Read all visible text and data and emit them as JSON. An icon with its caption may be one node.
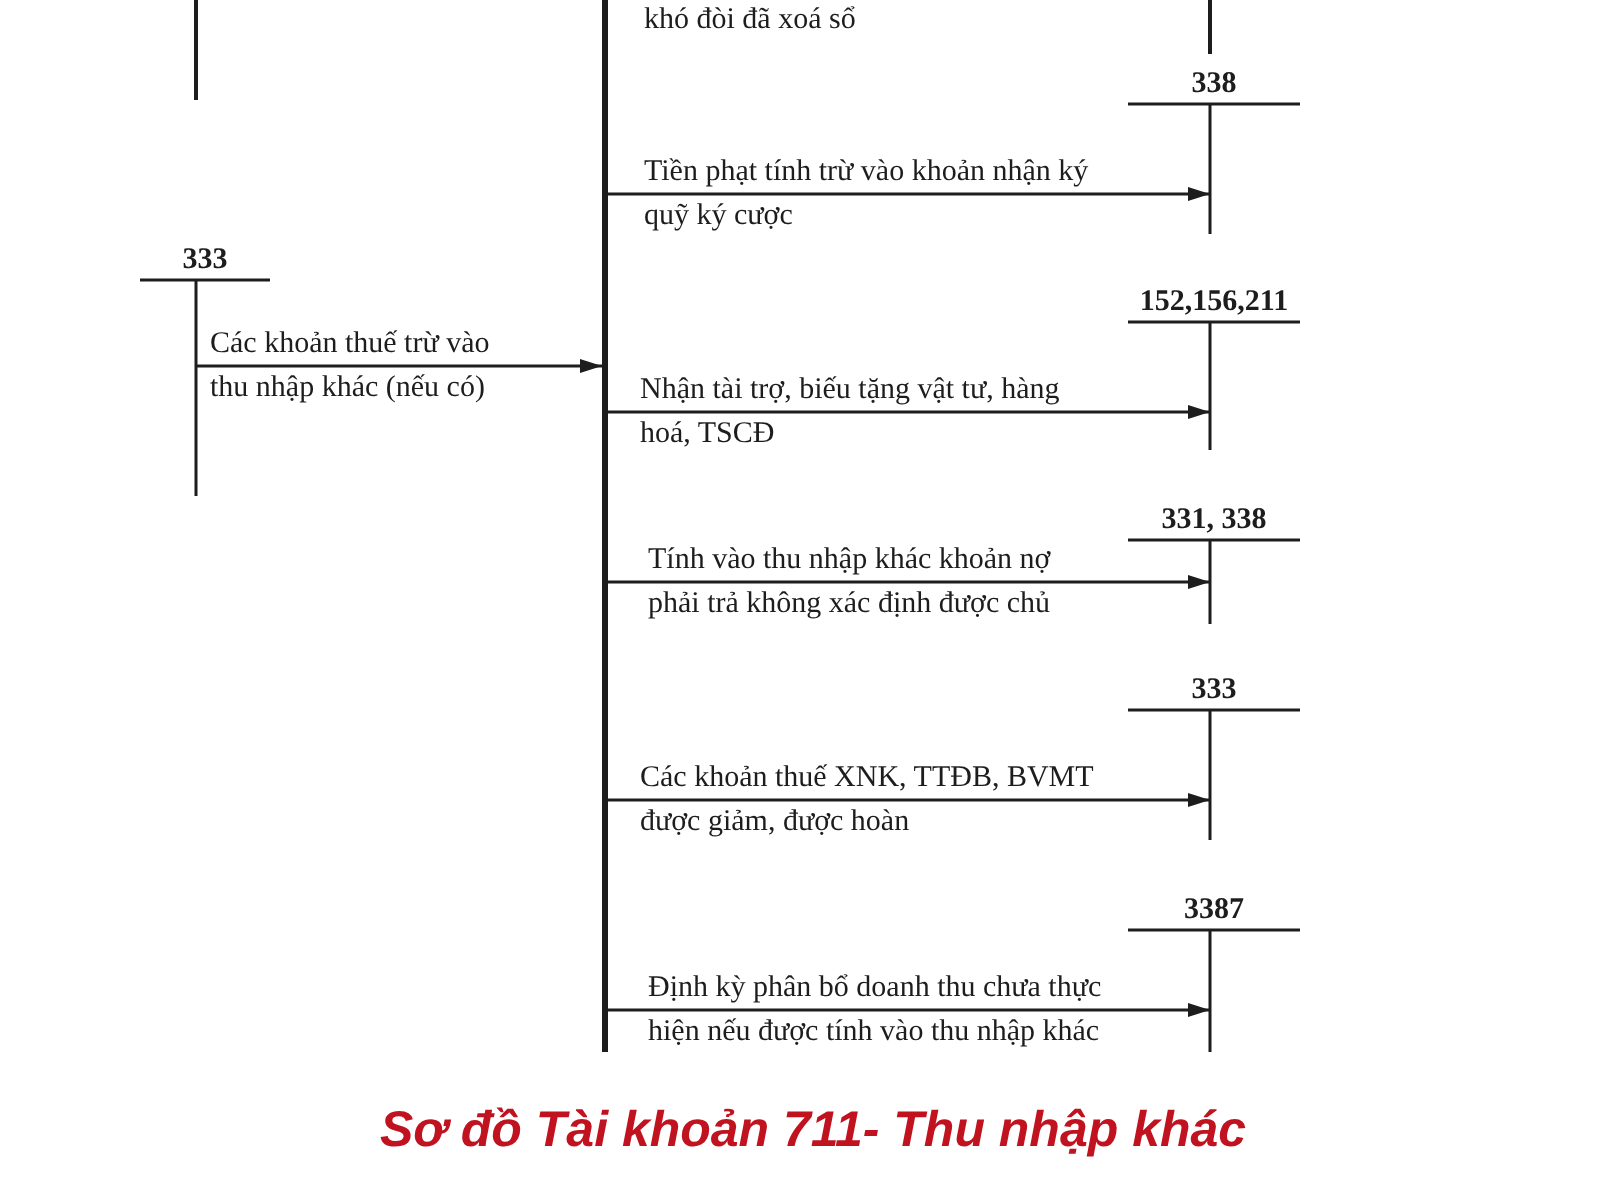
{
  "diagram": {
    "caption": "Sơ đồ Tài khoản 711- Thu nhập khác",
    "nodes": [
      {
        "text": [],
        "shape": "bar"
      },
      {
        "text": [],
        "shape": "bar"
      },
      {
        "text": [],
        "shape": "bar"
      },
      {
        "text": [
          "338"
        ]
      },
      {
        "text": [
          "333"
        ]
      },
      {
        "text": [
          "152,156,211"
        ]
      },
      {
        "text": [
          "331, 338"
        ]
      },
      {
        "text": [
          "333"
        ]
      },
      {
        "text": [
          "3387"
        ]
      }
    ],
    "edges": [
      {
        "from": 1,
        "to": 3,
        "arrow": "to",
        "label": "Tiền phạt tính trừ vào khoản nhận ký quỹ ký cược"
      },
      {
        "from": 4,
        "to": 1,
        "arrow": "to",
        "label": "Các khoản thuế trừ vào thu nhập khác (nếu có)"
      },
      {
        "from": 1,
        "to": 5,
        "arrow": "to",
        "label": "Nhận tài trợ, biếu tặng vật tư, hàng hoá, TSCĐ"
      },
      {
        "from": 1,
        "to": 6,
        "arrow": "to",
        "label": "Tính vào thu nhập khác khoản nợ phải trả không xác định được chủ"
      },
      {
        "from": 1,
        "to": 7,
        "arrow": "to",
        "label": "Các khoản thuế XNK, TTĐB, BVMT được giảm, được hoàn"
      },
      {
        "from": 1,
        "to": 8,
        "arrow": "to",
        "label": "Định kỳ phân bổ doanh thu chưa thực hiện nếu được tính vào thu nhập khác"
      }
    ],
    "labels": [
      "khó đòi đã xoá sổ"
    ]
  }
}
